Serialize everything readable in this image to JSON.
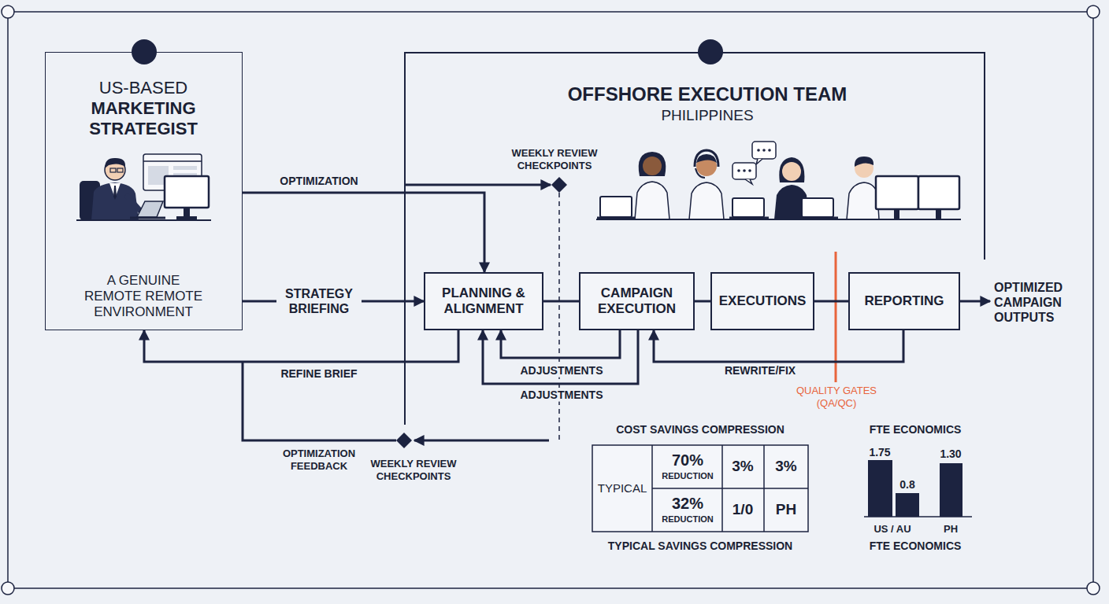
{
  "diagram": {
    "nodes": [
      {
        "text": [
          "US-BASED",
          "MARKETING STRATEGIST",
          "A GENUINE REMOTE REMOTE ENVIRONMENT"
        ]
      },
      {
        "text": [
          "OFFSHORE EXECUTION TEAM",
          "PHILIPPINES"
        ]
      },
      {
        "text": [
          "PLANNING & ALIGNMENT"
        ],
        "in": 1
      },
      {
        "text": [
          "CAMPAIGN EXECUTION"
        ],
        "in": 1
      },
      {
        "text": [
          "EXECUTIONS"
        ],
        "in": 1
      },
      {
        "text": [
          "REPORTING"
        ],
        "in": 1
      }
    ],
    "edges": [
      {
        "from": 0,
        "to": 2,
        "label": "STRATEGY BRIEFING",
        "arrow": "to"
      },
      {
        "from": 0,
        "to": 2,
        "label": "OPTIMIZATION",
        "arrow": "to"
      },
      {
        "from": 2,
        "to": 0,
        "label": "REFINE BRIEF",
        "arrow": "to"
      },
      {
        "from": 3,
        "to": 2,
        "label": "ADJUSTMENTS",
        "arrow": "to"
      },
      {
        "from": 3,
        "to": 2,
        "label": "ADJUSTMENTS",
        "arrow": "to"
      },
      {
        "from": 2,
        "to": 3,
        "arrow": "none"
      },
      {
        "from": 3,
        "to": 4,
        "arrow": "none"
      },
      {
        "from": 4,
        "to": 5,
        "arrow": "none"
      },
      {
        "from": 5,
        "to": 3,
        "label": "REWRITE/FIX",
        "arrow": "to"
      }
    ],
    "labels": [
      "WEEKLY REVIEW CHECKPOINTS",
      "OPTIMIZED CAMPAIGN OUTPUTS",
      "QUALITY GATES (QA/QC)",
      "OPTIMIZATION FEEDBACK",
      "WEEKLY REVIEW CHECKPOINTS",
      "COST SAVINGS COMPRESSION",
      "TYPICAL",
      "70%",
      "REDUCTION",
      "3%",
      "3%",
      "32%",
      "REDUCTION",
      "1/0",
      "PH",
      "TYPICAL SAVINGS COMPRESSION",
      "FTE ECONOMICS",
      "1.75",
      "0.8",
      "1.30",
      "US / AU",
      "PH",
      "FTE ECONOMICS"
    ]
  }
}
